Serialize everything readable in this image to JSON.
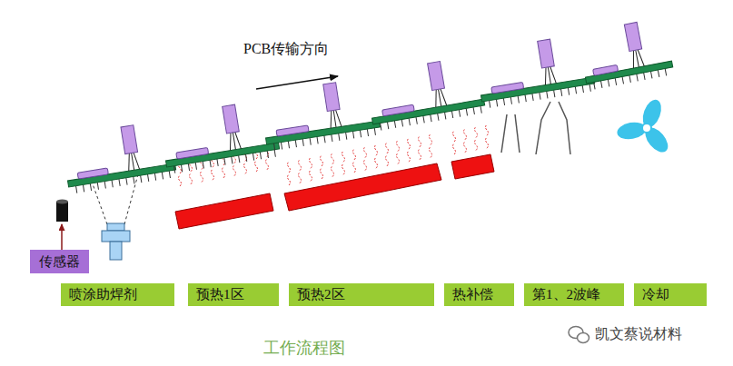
{
  "diagram": {
    "caption": "工作流程图",
    "nodes": [
      {
        "text": [
          "传感器"
        ]
      },
      {
        "text": [
          "喷涂助焊剂"
        ]
      },
      {
        "text": [
          "预热1区"
        ]
      },
      {
        "text": [
          "预热2区"
        ]
      },
      {
        "text": [
          "热补偿"
        ]
      },
      {
        "text": [
          "第1、2波峰"
        ]
      },
      {
        "text": [
          "冷却"
        ]
      }
    ],
    "labels": [
      "PCB传输方向",
      "凯文蔡说材料"
    ]
  }
}
